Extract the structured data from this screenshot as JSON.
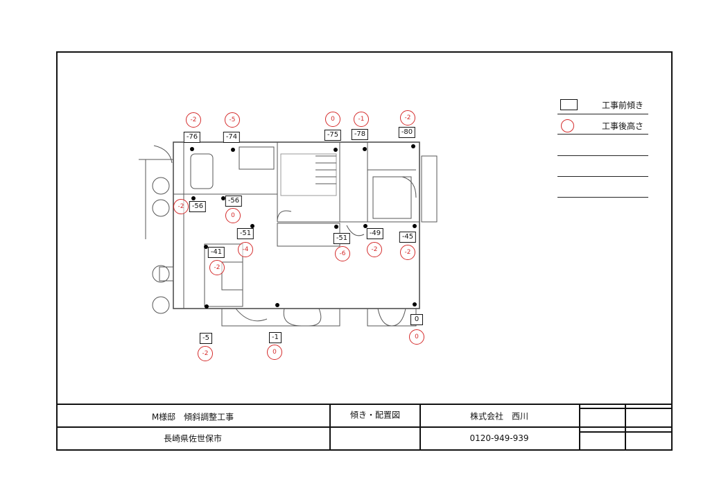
{
  "legend": {
    "before_label": "工事前傾き",
    "after_label": "工事後高さ"
  },
  "colors": {
    "after_marker": "#d42a2a",
    "before_marker": "#111111"
  },
  "measurements_before": [
    "-76",
    "-74",
    "-75",
    "-78",
    "-80",
    "-56",
    "-56",
    "-51",
    "-51",
    "-49",
    "-45",
    "-41",
    "0",
    "-5",
    "-1"
  ],
  "measurements_after": [
    "-2",
    "-5",
    "0",
    "-1",
    "-2",
    "-2",
    "0",
    "-4",
    "-6",
    "-2",
    "-2",
    "-2",
    "0",
    "-2",
    "0"
  ],
  "title_block": {
    "project": "M様邸　傾斜調整工事",
    "location": "長崎県佐世保市",
    "drawing_title": "傾き・配置図",
    "company": "株式会社　西川",
    "phone": "0120-949-939"
  }
}
